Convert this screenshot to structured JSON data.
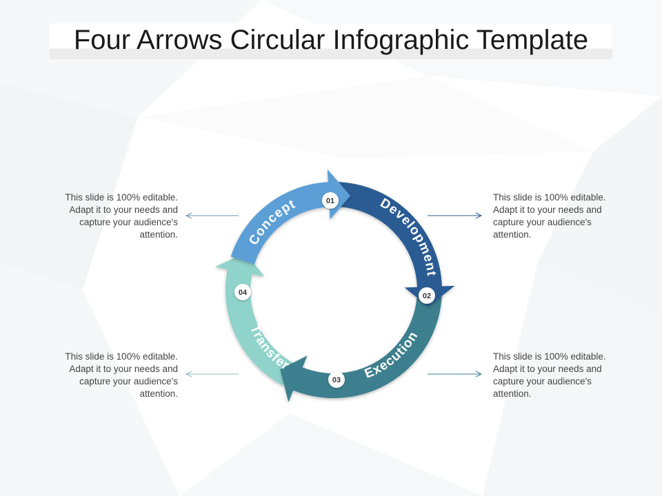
{
  "title": "Four Arrows Circular Infographic Template",
  "colors": {
    "concept": "#5b9fd6",
    "development": "#2b5c93",
    "execution": "#3e7f8e",
    "transfer": "#8fd3cb",
    "connector": "#6a8fa8"
  },
  "steps": [
    {
      "number": "01",
      "label": "Concept"
    },
    {
      "number": "02",
      "label": "Development"
    },
    {
      "number": "03",
      "label": "Execution"
    },
    {
      "number": "04",
      "label": "Transfer"
    }
  ],
  "descriptions": {
    "top_left": "This slide is 100% editable. Adapt it to your needs and capture your audience's attention.",
    "top_right": "This slide is 100% editable. Adapt it to your needs and capture your audience's attention.",
    "bottom_left": "This slide is 100% editable. Adapt it to your needs and capture your audience's attention.",
    "bottom_right": "This slide is 100% editable. Adapt it to your needs and capture your audience's attention."
  }
}
